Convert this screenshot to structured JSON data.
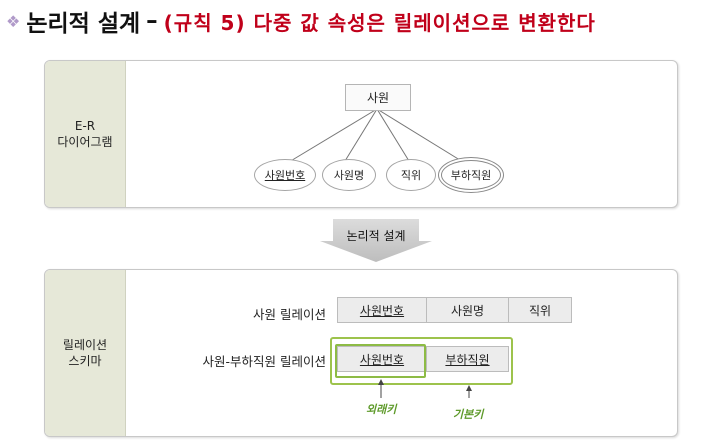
{
  "title": {
    "main": "논리적 설계",
    "dash": "–",
    "rule": "(규칙 5) 다중 값 속성은 릴레이션으로 변환한다"
  },
  "er_panel": {
    "label_line1": "E-R",
    "label_line2": "다이어그램",
    "entity": "사원",
    "attributes": [
      "사원번호",
      "사원명",
      "직위",
      "부하직원"
    ]
  },
  "arrow": {
    "label": "논리적 설계"
  },
  "schema_panel": {
    "label_line1": "릴레이션",
    "label_line2": "스키마",
    "relation1": {
      "name": "사원 릴레이션",
      "cols": [
        "사원번호",
        "사원명",
        "직위"
      ]
    },
    "relation2": {
      "name": "사원-부하직원 릴레이션",
      "cols": [
        "사원번호",
        "부하직원"
      ]
    },
    "annotations": {
      "foreign_key": "외래키",
      "primary_key": "기본키"
    }
  },
  "colors": {
    "rule_red": "#c0001a",
    "panel_label_bg": "#e6e8d8",
    "highlight_green": "#9dc34c",
    "arrow_gray": "#c9c9c9"
  }
}
